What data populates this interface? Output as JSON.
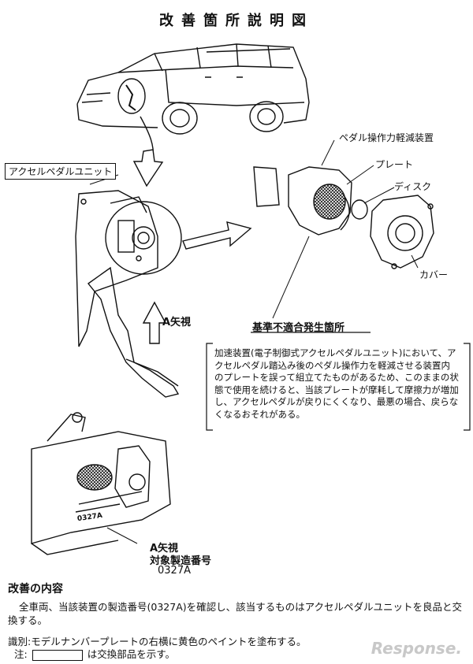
{
  "title": "改善箇所説明図",
  "labels": {
    "pedal_unit": "アクセルペダルユニット",
    "reduction_device": "ペダル操作力軽減装置",
    "plate": "プレート",
    "disk": "ディスク",
    "cover": "カバー",
    "view_a_top": "A矢視",
    "view_a_bottom": "A矢視",
    "target_serial": "対象製造番号",
    "serial_number": "0327A",
    "part_serial_marking": "0327A",
    "defect_location": "基準不適合発生箇所"
  },
  "note_text": "加速装置(電子制御式アクセルペダルユニット)において、アクセルペダル踏込み後のペダル操作力を軽減させる装置内のプレートを誤って組立てたものがあるため、このままの状態で使用を続けると、当該プレートが摩耗して摩擦力が増加し、アクセルペダルが戻りにくくなり、最悪の場合、戻らなくなるおそれがある。",
  "improvement": {
    "heading": "改善の内容",
    "body": "全車両、当該装置の製造番号(0327A)を確認し、該当するものはアクセルペダルユニットを良品と交換する。",
    "identification": "識別:モデルナンバープレートの右横に黄色のペイントを塗布する。",
    "note_prefix": "注:",
    "note_suffix": "は交換部品を示す。"
  },
  "watermark": "Response."
}
